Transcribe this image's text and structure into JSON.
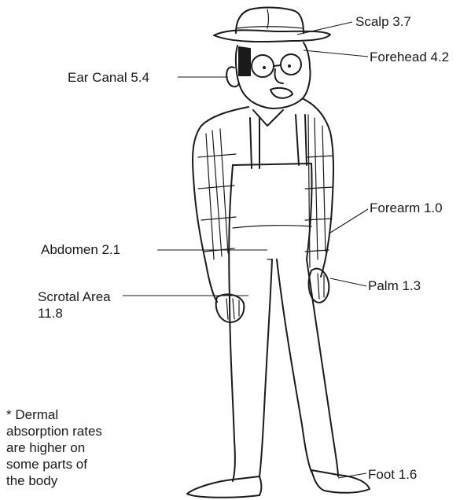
{
  "labels": {
    "scalp": "Scalp 3.7",
    "forehead": "Forehead 4.2",
    "ear_canal": "Ear Canal 5.4",
    "forearm": "Forearm 1.0",
    "abdomen": "Abdomen 2.1",
    "palm": "Palm 1.3",
    "scrotal_line1": "Scrotal Area",
    "scrotal_line2": "11.8",
    "foot": "Foot 1.6"
  },
  "note": {
    "line1": "* Dermal",
    "line2": "absorption rates",
    "line3": "are higher on",
    "line4": "some parts of",
    "line5": "the body"
  },
  "illustration": "farmer-in-overalls"
}
